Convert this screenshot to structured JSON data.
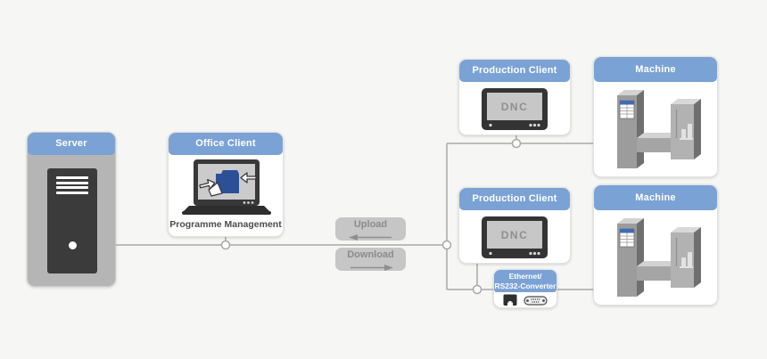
{
  "diagram": {
    "nodes": {
      "server": {
        "title": "Server"
      },
      "office_client": {
        "title": "Office Client",
        "caption": "Programme Management"
      },
      "production_client_1": {
        "title": "Production Client",
        "screen_label": "DNC"
      },
      "production_client_2": {
        "title": "Production Client",
        "screen_label": "DNC"
      },
      "machine_1": {
        "title": "Machine"
      },
      "machine_2": {
        "title": "Machine"
      },
      "converter": {
        "title_line1": "Ethernet/",
        "title_line2": "RS232-Converter"
      }
    },
    "flows": {
      "upload_label": "Upload",
      "download_label": "Download"
    },
    "icons": {
      "server_tower": "server-tower-icon",
      "office": "laptop-folder-transfer-icon",
      "production": "dnc-monitor-icon",
      "machine": "cnc-machine-icon",
      "converter_left": "rj45-ethernet-port-icon",
      "converter_right": "db9-serial-connector-icon"
    },
    "colors": {
      "background": "#f6f6f4",
      "header_blue": "#7aa2d5",
      "line_gray": "#a8a8a8",
      "server_body_gray": "#b5b5b5",
      "device_dark": "#383838",
      "screen_gray": "#c7c7c7",
      "button_gray": "#c6c6c6",
      "folder_blue": "#2d4f96"
    }
  }
}
